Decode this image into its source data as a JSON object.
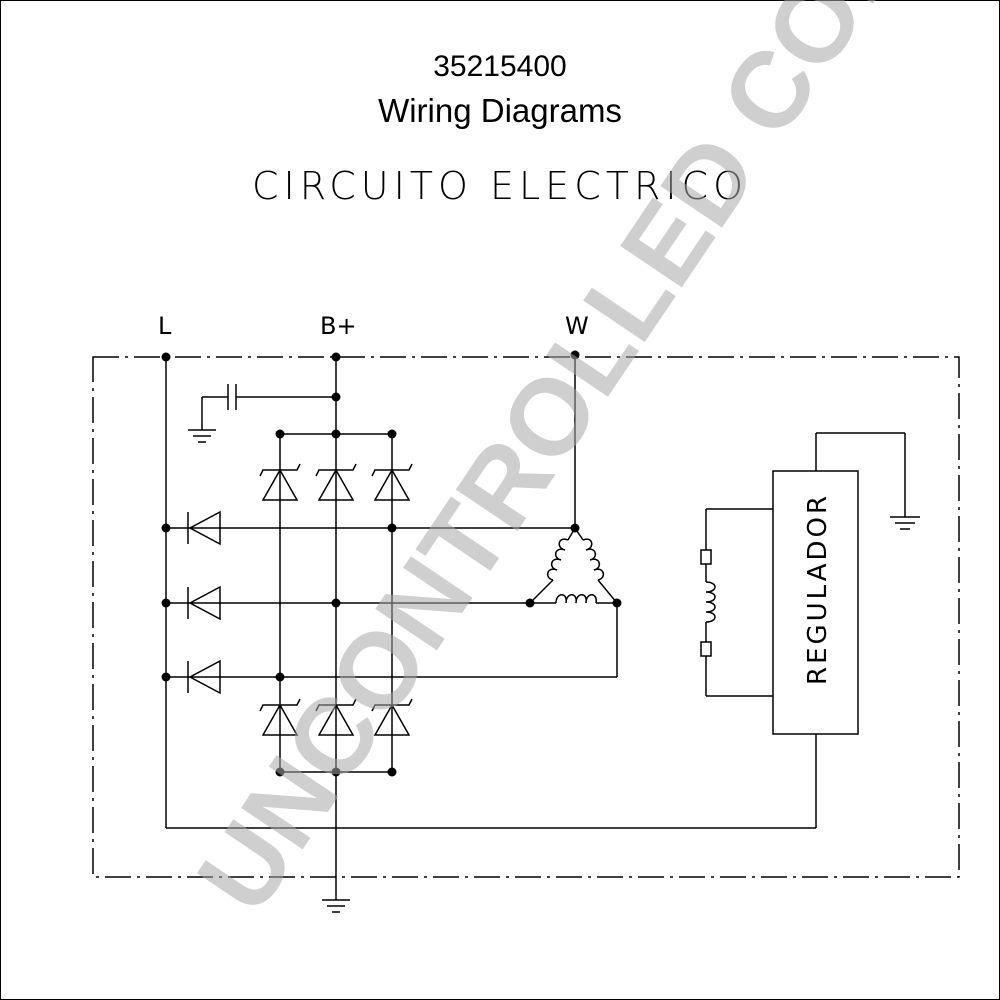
{
  "header": {
    "part_number": "35215400",
    "title": "Wiring Diagrams",
    "subtitle": "CIRCUITO ELECTRICO"
  },
  "terminals": {
    "l": "L",
    "b_plus": "B+",
    "w": "W"
  },
  "regulator": {
    "label": "REGULADOR"
  },
  "watermark": "UNCONTROLLED COPY",
  "colors": {
    "line": "#000000",
    "watermark": "#a8a8a8",
    "background": "#ffffff"
  }
}
